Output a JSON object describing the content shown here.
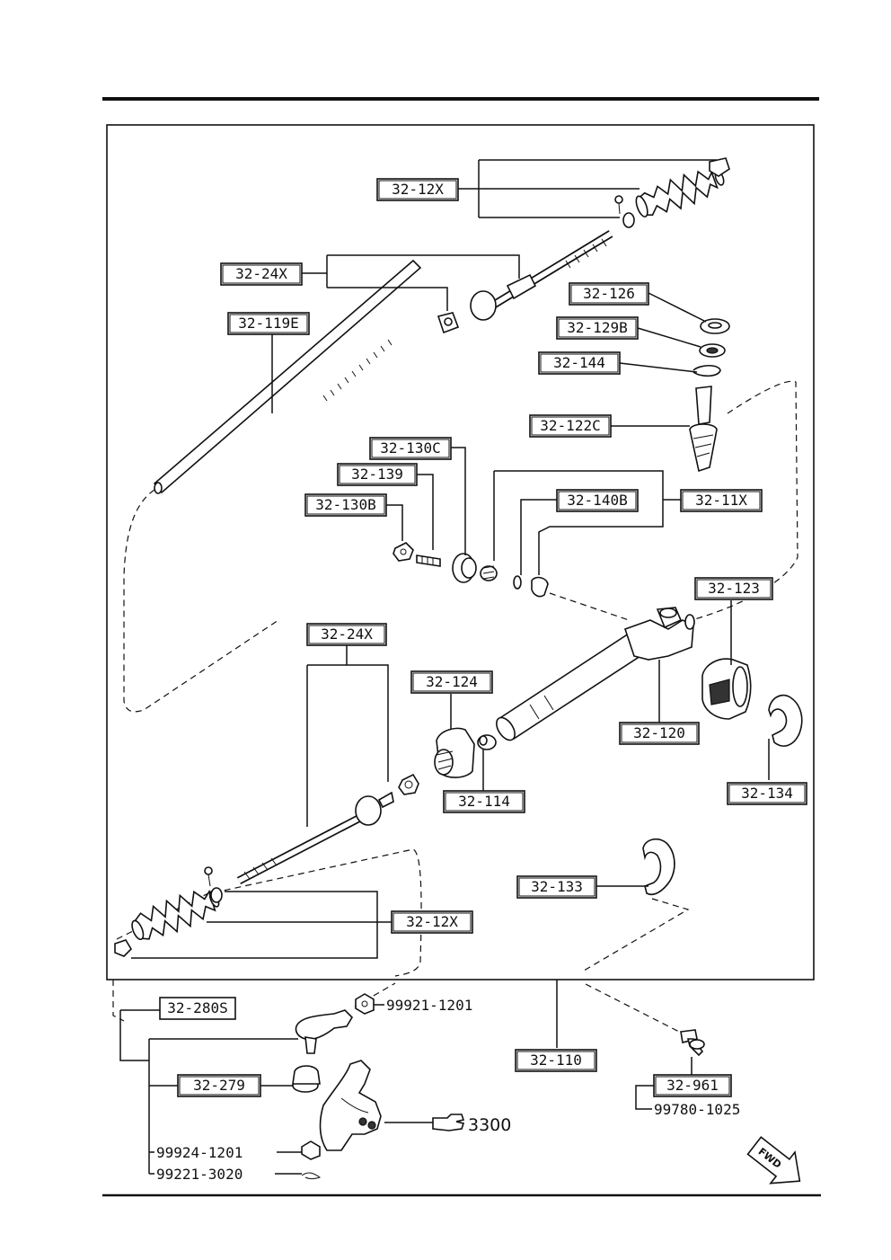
{
  "callouts": [
    {
      "id": "boot_top",
      "text": "32-12X"
    },
    {
      "id": "tie_rod_top",
      "text": "32-24X"
    },
    {
      "id": "rack",
      "text": "32-119E"
    },
    {
      "id": "seal",
      "text": "32-126"
    },
    {
      "id": "washer",
      "text": "32-129B"
    },
    {
      "id": "snap_ring",
      "text": "32-144"
    },
    {
      "id": "pinion",
      "text": "32-122C"
    },
    {
      "id": "yoke_cover",
      "text": "32-130C"
    },
    {
      "id": "adj_screw",
      "text": "32-139"
    },
    {
      "id": "lock_nut",
      "text": "32-130B"
    },
    {
      "id": "oring",
      "text": "32-140B"
    },
    {
      "id": "kit",
      "text": "32-11X"
    },
    {
      "id": "mount_right",
      "text": "32-123"
    },
    {
      "id": "tie_rod_bottom",
      "text": "32-24X"
    },
    {
      "id": "mount_left",
      "text": "32-124"
    },
    {
      "id": "housing",
      "text": "32-120"
    },
    {
      "id": "bushing",
      "text": "32-114"
    },
    {
      "id": "bracket_right",
      "text": "32-134"
    },
    {
      "id": "bracket_left",
      "text": "32-133"
    },
    {
      "id": "boot_bottom",
      "text": "32-12X"
    },
    {
      "id": "tie_rod_end",
      "text": "32-280S"
    },
    {
      "id": "dust_boot",
      "text": "32-279"
    },
    {
      "id": "gear_assy",
      "text": "32-110"
    },
    {
      "id": "bolt",
      "text": "32-961"
    }
  ],
  "plain_labels": [
    {
      "id": "nut_top",
      "text": "99921-1201"
    },
    {
      "id": "bolt_sub",
      "text": "99780-1025"
    },
    {
      "id": "castle_nut",
      "text": "99924-1201"
    },
    {
      "id": "cotter_pin",
      "text": "99221-3020"
    }
  ],
  "reference": {
    "text": "3300"
  },
  "fwd_arrow": {
    "text": "FWD"
  }
}
